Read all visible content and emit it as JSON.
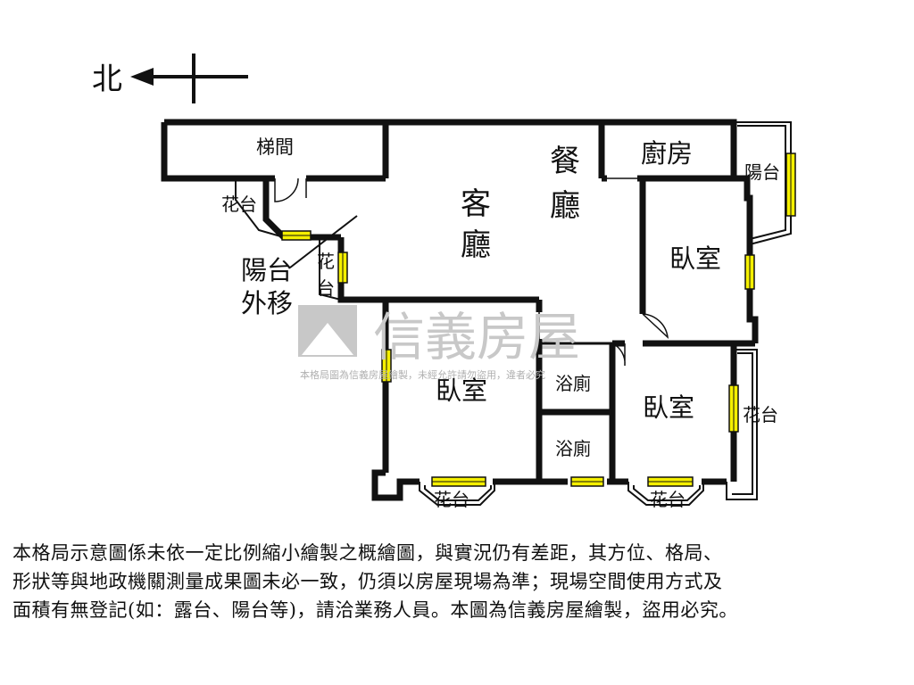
{
  "compass": {
    "north_label": "北"
  },
  "rooms": {
    "stairwell": "梯間",
    "dining_1": "餐",
    "dining_2": "廳",
    "living_1": "客",
    "living_2": "廳",
    "kitchen": "廚房",
    "balcony_right": "陽台",
    "bedroom_northeast": "臥室",
    "bedroom_north": "臥室",
    "bedroom_south": "臥室",
    "bath_1": "浴廁",
    "bath_2": "浴廁",
    "planter_top_left": "花台",
    "planter_mid_1": "花",
    "planter_mid_2": "台",
    "planter_bottom_1": "花台",
    "planter_bottom_2": "花台",
    "planter_right": "花台",
    "balcony_moved_1": "陽台",
    "balcony_moved_2": "外移"
  },
  "watermark": {
    "brand": "信義房屋",
    "notice": "本格局圖為信義房屋繪製，未經允許請勿盜用，違者必究"
  },
  "disclaimer": {
    "line1": "本格局示意圖係未依一定比例縮小繪製之概繪圖，與實況仍有差距，其方位、格局、",
    "line2": "形狀等與地政機關測量成果圖未必一致，仍須以房屋現場為準；現場空間使用方式及",
    "line3": "面積有無登記(如：露台、陽台等)，請洽業務人員。本圖為信義房屋繪製，盜用必究。"
  },
  "colors": {
    "wall": "#111111",
    "window_fill": "#f5f000",
    "watermark": "#c8c8c8"
  }
}
